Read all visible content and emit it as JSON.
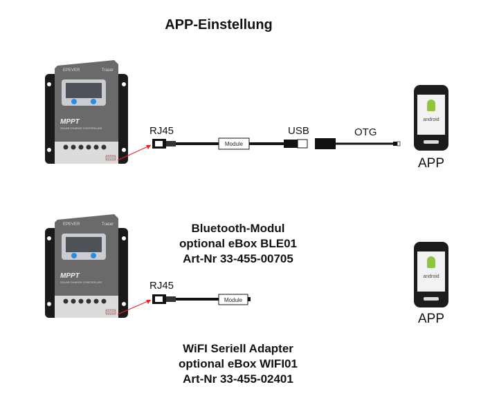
{
  "title": "APP-Einstellung",
  "controller": {
    "brand": "EPEVER",
    "model": "Tracer",
    "type": "MPPT",
    "subtitle": "SOLAR CHARGE CONTROLLER"
  },
  "setup1": {
    "rj45_label": "RJ45",
    "module_label": "Module",
    "usb_label": "USB",
    "otg_label": "OTG",
    "app_label": "APP",
    "phone_os": "android"
  },
  "setup2": {
    "rj45_label": "RJ45",
    "module_label": "Module",
    "app_label": "APP",
    "phone_os": "android"
  },
  "bluetooth": {
    "line1": "Bluetooth-Modul",
    "line2": "optional eBox BLE01",
    "line3": "Art-Nr 33-455-00705"
  },
  "wifi": {
    "line1": "WiFI Seriell Adapter",
    "line2": "optional eBox WIFI01",
    "line3": "Art-Nr 33-455-02401"
  }
}
